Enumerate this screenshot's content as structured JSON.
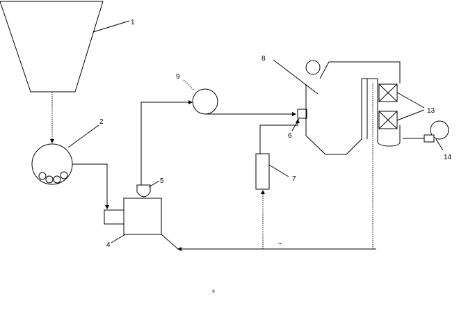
{
  "diagram": {
    "labels": {
      "l1": "1",
      "l2": "2",
      "l4": "4",
      "l5": "5",
      "l6": "6",
      "l7": "7",
      "l8": "8",
      "l9": "9",
      "l13": "13",
      "l14": "14"
    },
    "flow_mark": "⇒",
    "footer": "③"
  }
}
